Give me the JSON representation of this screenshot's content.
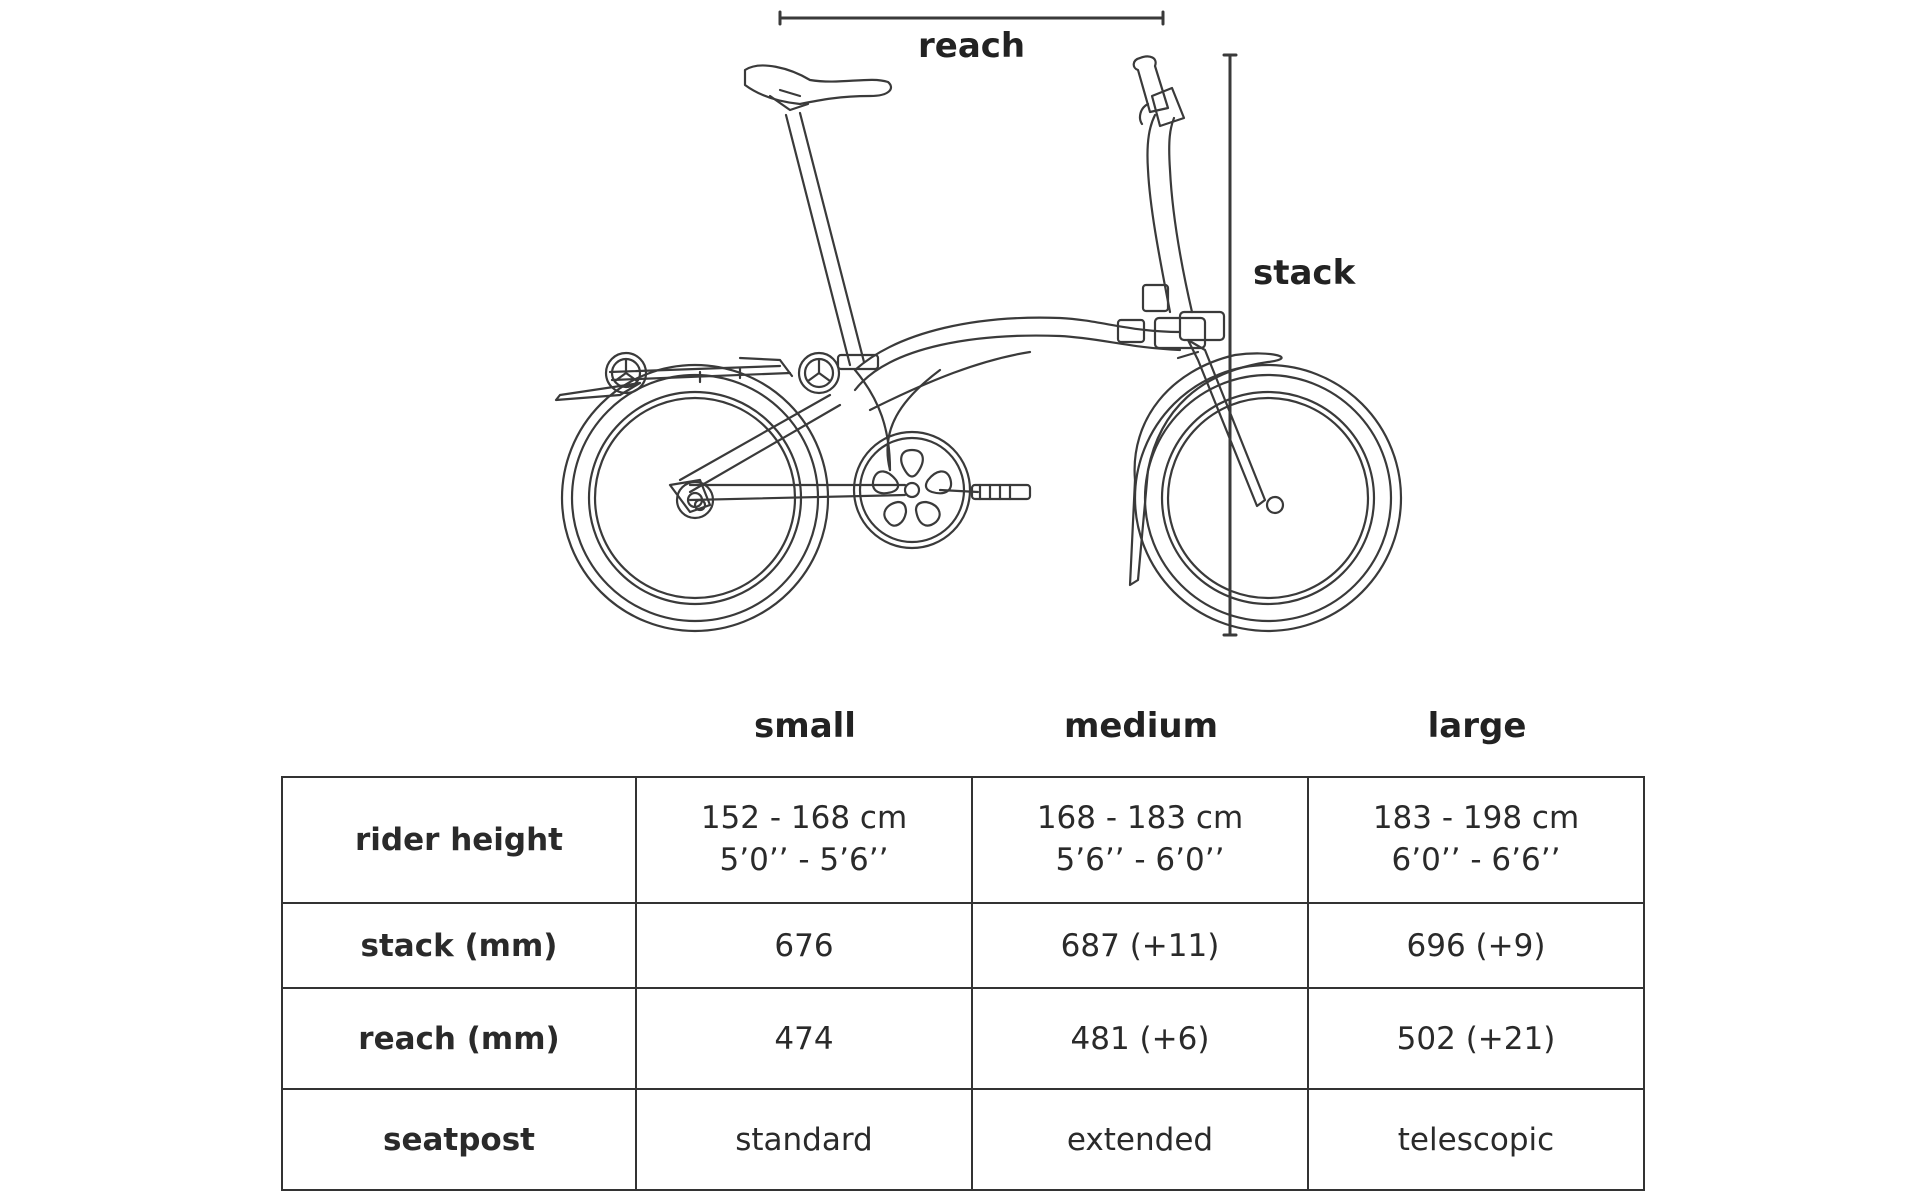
{
  "diagram": {
    "reach_label": "reach",
    "stack_label": "stack"
  },
  "table": {
    "sizes": [
      "small",
      "medium",
      "large"
    ],
    "rows": [
      {
        "label": "rider height",
        "values": [
          {
            "metric": "152 - 168 cm",
            "imperial": "5’0’’ - 5’6’’"
          },
          {
            "metric": "168 - 183 cm",
            "imperial": "5’6’’ - 6’0’’"
          },
          {
            "metric": "183 - 198 cm",
            "imperial": "6’0’’ - 6’6’’"
          }
        ]
      },
      {
        "label": "stack (mm)",
        "values": [
          "676",
          "687 (+11)",
          "696 (+9)"
        ]
      },
      {
        "label": "reach (mm)",
        "values": [
          "474",
          "481 (+6)",
          "502 (+21)"
        ]
      },
      {
        "label": "seatpost",
        "values": [
          "standard",
          "extended",
          "telescopic"
        ]
      }
    ]
  },
  "colors": {
    "line": "#3a3a3a",
    "text": "#222222",
    "background": "#ffffff"
  }
}
